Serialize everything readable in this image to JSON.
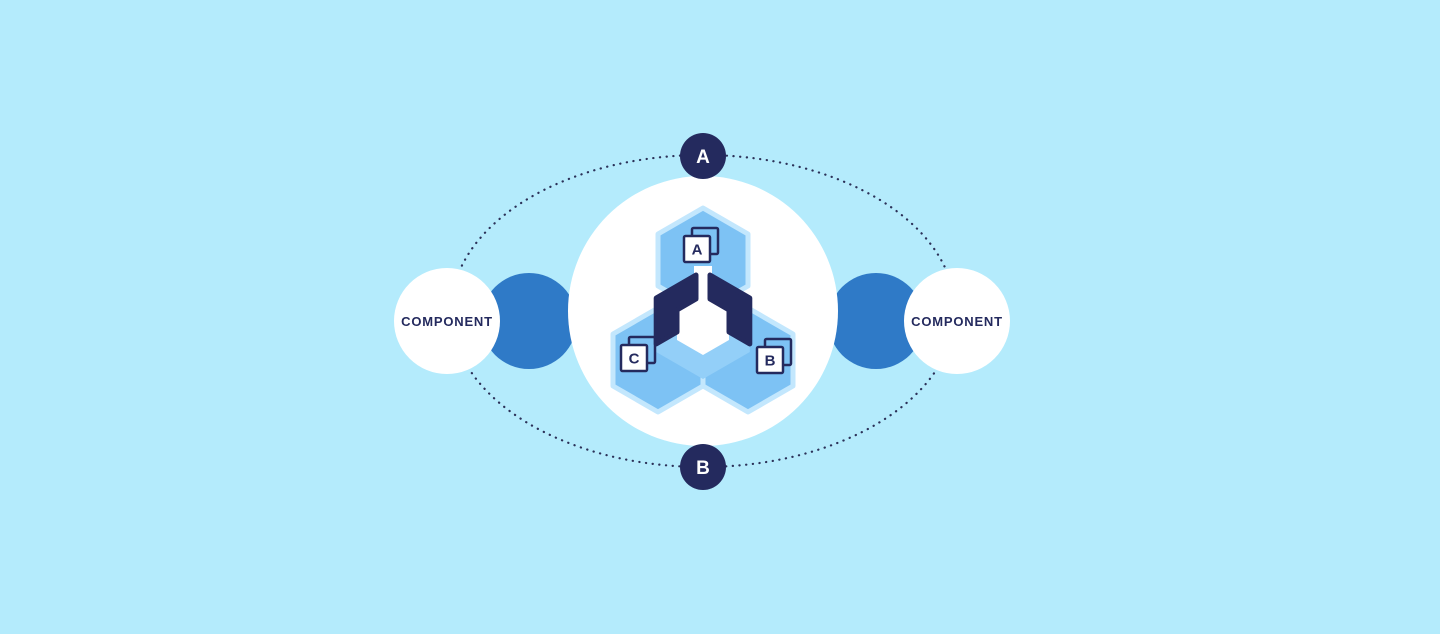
{
  "diagram": {
    "title": "component-hub-orbit-diagram",
    "orbit": {
      "nodes": [
        {
          "label": "A",
          "position": "top"
        },
        {
          "label": "B",
          "position": "bottom"
        }
      ]
    },
    "components": [
      {
        "label": "COMPONENT",
        "position": "left"
      },
      {
        "label": "COMPONENT",
        "position": "right"
      }
    ],
    "emblem": {
      "icons": [
        {
          "name": "stacked-squares-icon",
          "label": "A",
          "position": "top"
        },
        {
          "name": "stacked-squares-icon",
          "label": "C",
          "position": "bottom-left"
        },
        {
          "name": "stacked-squares-icon",
          "label": "B",
          "position": "bottom-right"
        }
      ]
    }
  },
  "colors": {
    "background": "#b4ebfc",
    "navy": "#242a5e",
    "medium_blue": "#2f7ac7",
    "hexagon_blue": "#7dc2f4",
    "hexagon_outline": "#c3e7fd",
    "inner_hexagon_blue": "#93cff8",
    "orbit_dots": "#2b3158",
    "white": "#ffffff"
  }
}
